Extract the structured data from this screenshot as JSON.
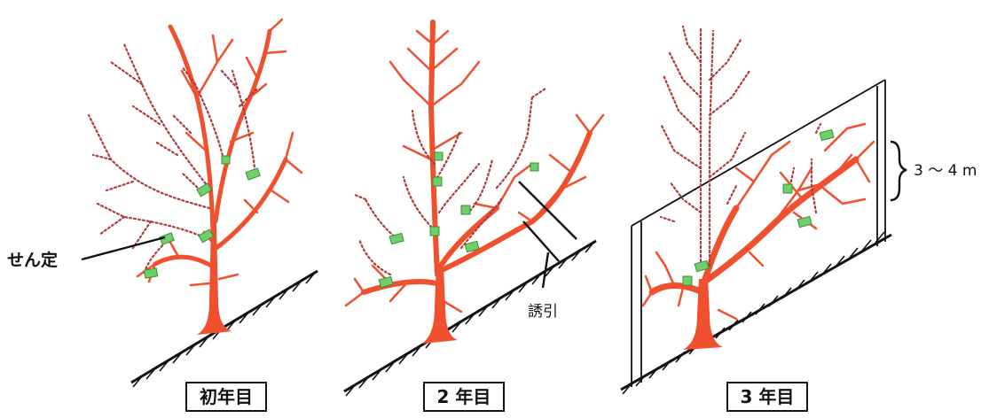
{
  "panels": [
    {
      "caption": "初年目"
    },
    {
      "caption": "2 年目"
    },
    {
      "caption": "3 年目"
    }
  ],
  "labels": {
    "pruning": "せん定",
    "training": "誘引",
    "height": "3 ～ 4 m"
  },
  "colors": {
    "branch": "#f0502e",
    "cut_branch": "#b03a3a",
    "cut_mark": "#6fcf6a"
  }
}
